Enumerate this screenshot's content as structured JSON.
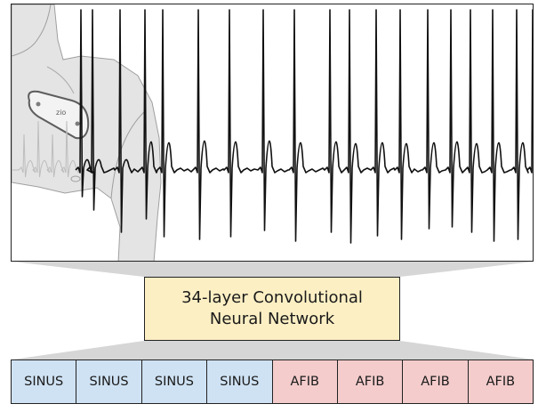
{
  "network": {
    "line1": "34-layer Convolutional",
    "line2": "Neural Network"
  },
  "labels": [
    {
      "text": "SINUS",
      "color": "#cfe2f3"
    },
    {
      "text": "SINUS",
      "color": "#cfe2f3"
    },
    {
      "text": "SINUS",
      "color": "#cfe2f3"
    },
    {
      "text": "SINUS",
      "color": "#cfe2f3"
    },
    {
      "text": "AFIB",
      "color": "#f4cccc"
    },
    {
      "text": "AFIB",
      "color": "#f4cccc"
    },
    {
      "text": "AFIB",
      "color": "#f4cccc"
    },
    {
      "text": "AFIB",
      "color": "#f4cccc"
    }
  ],
  "colors": {
    "trace": "#111111",
    "funnel": "#d8d8d8",
    "body": "#e6e6e6",
    "sinus": "#cfe2f3",
    "afib": "#f4cccc",
    "network": "#fcefc4"
  }
}
